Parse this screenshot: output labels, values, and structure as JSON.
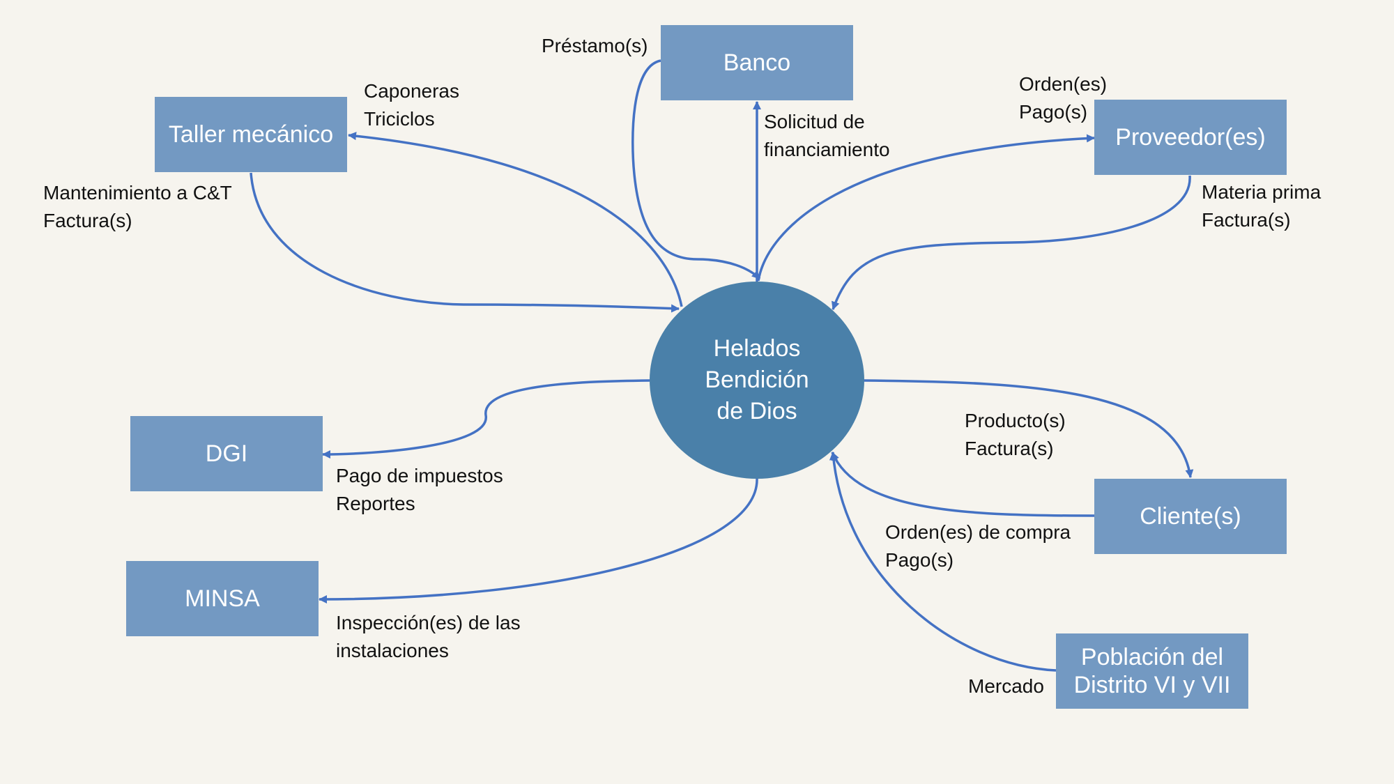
{
  "center": {
    "label": "Helados\nBendición\nde Dios"
  },
  "entities": {
    "banco": "Banco",
    "taller": "Taller mecánico",
    "proveedor": "Proveedor(es)",
    "dgi": "DGI",
    "minsa": "MINSA",
    "cliente": "Cliente(s)",
    "poblacion": "Población del\nDistrito VI y VII"
  },
  "flows": {
    "prestamo": "Préstamo(s)",
    "solicitud": "Solicitud de\nfinanciamiento",
    "caponeras": "Caponeras\nTriciclos",
    "mantenimiento": "Mantenimiento a C&T\nFactura(s)",
    "orden_pago": "Orden(es)\nPago(s)",
    "materia_prima": "Materia prima\nFactura(s)",
    "impuestos": "Pago de impuestos\nReportes",
    "inspeccion": "Inspección(es) de las\ninstalaciones",
    "producto": "Producto(s)\nFactura(s)",
    "orden_compra": "Orden(es) de compra\nPago(s)",
    "mercado": "Mercado"
  },
  "colors": {
    "background": "#f6f4ee",
    "entity_box": "#7399c2",
    "center_circle": "#4a80a9",
    "arrow": "#4472c4"
  }
}
